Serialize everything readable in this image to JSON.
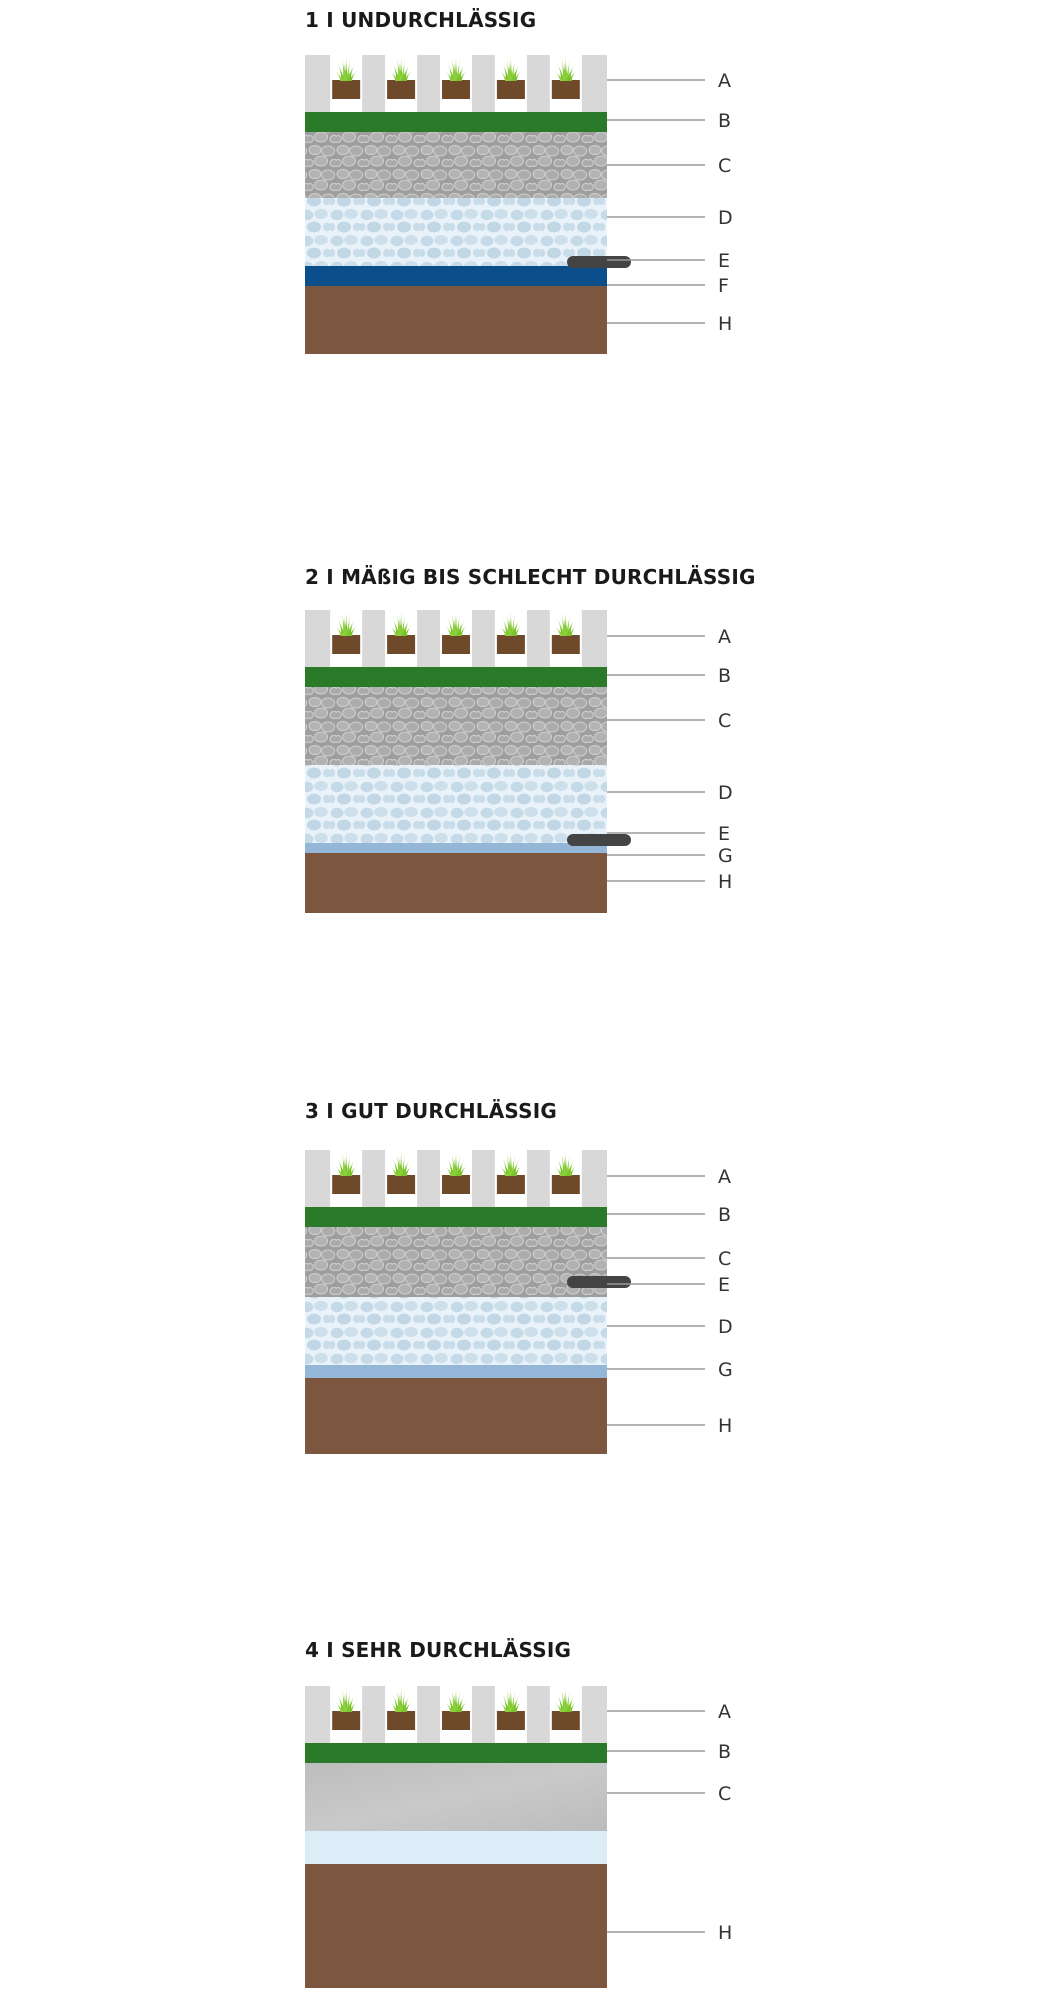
{
  "colors": {
    "paver": "#d8d8d8",
    "soil_cell": "#6e4a2a",
    "grass": "#7ac22e",
    "geotextile": "#2a7a2a",
    "base_gravel": "#a6a6a6",
    "base_smooth": "#c2c2c2",
    "drain_gravel": "#c8dce8",
    "drain_light": "#dcedf8",
    "pipe": "#444444",
    "sealing": "#0a4e8c",
    "fleece": "#94b7d8",
    "subsoil": "#7d5640"
  },
  "sections": [
    {
      "title": "1 I UNDURCHLÄSSIG",
      "labels": [
        "A",
        "B",
        "C",
        "D",
        "E",
        "F",
        "H"
      ]
    },
    {
      "title": "2 I MÄßIG BIS SCHLECHT DURCHLÄSSIG",
      "labels": [
        "A",
        "B",
        "C",
        "D",
        "E",
        "G",
        "H"
      ]
    },
    {
      "title": "3 I GUT DURCHLÄSSIG",
      "labels": [
        "A",
        "B",
        "C",
        "E",
        "D",
        "G",
        "H"
      ]
    },
    {
      "title": "4 I SEHR DURCHLÄSSIG",
      "labels": [
        "A",
        "B",
        "C",
        "H"
      ]
    }
  ]
}
